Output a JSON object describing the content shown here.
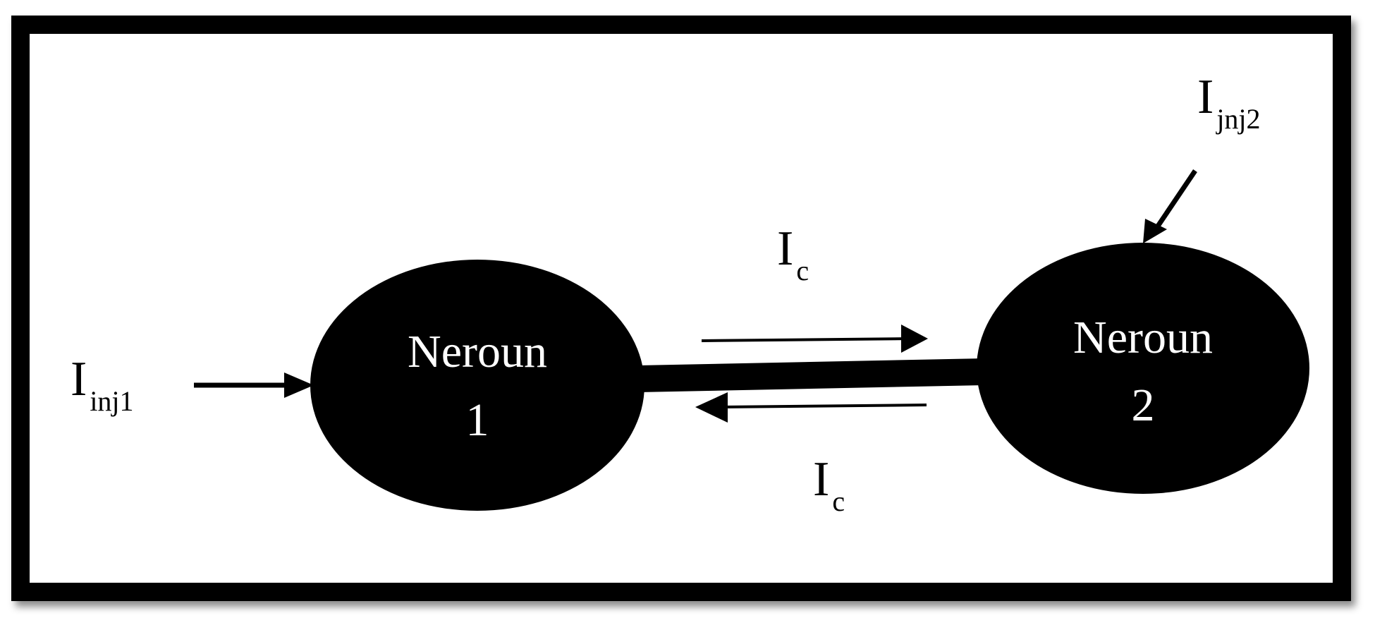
{
  "diagram": {
    "nodes": [
      {
        "id": "neuron-1",
        "line1": "Neroun",
        "line2": "1"
      },
      {
        "id": "neuron-2",
        "line1": "Neroun",
        "line2": "2"
      }
    ],
    "inputs": {
      "inj1": {
        "symbol": "I",
        "subscript": "inj1"
      },
      "jnj2": {
        "symbol": "I",
        "subscript": "jnj2"
      }
    },
    "coupling": {
      "forward": {
        "symbol": "I",
        "subscript": "c"
      },
      "backward": {
        "symbol": "I",
        "subscript": "c"
      }
    },
    "colors": {
      "node_fill": "#000000",
      "node_text": "#ffffff",
      "frame": "#000000",
      "background": "#ffffff"
    }
  }
}
